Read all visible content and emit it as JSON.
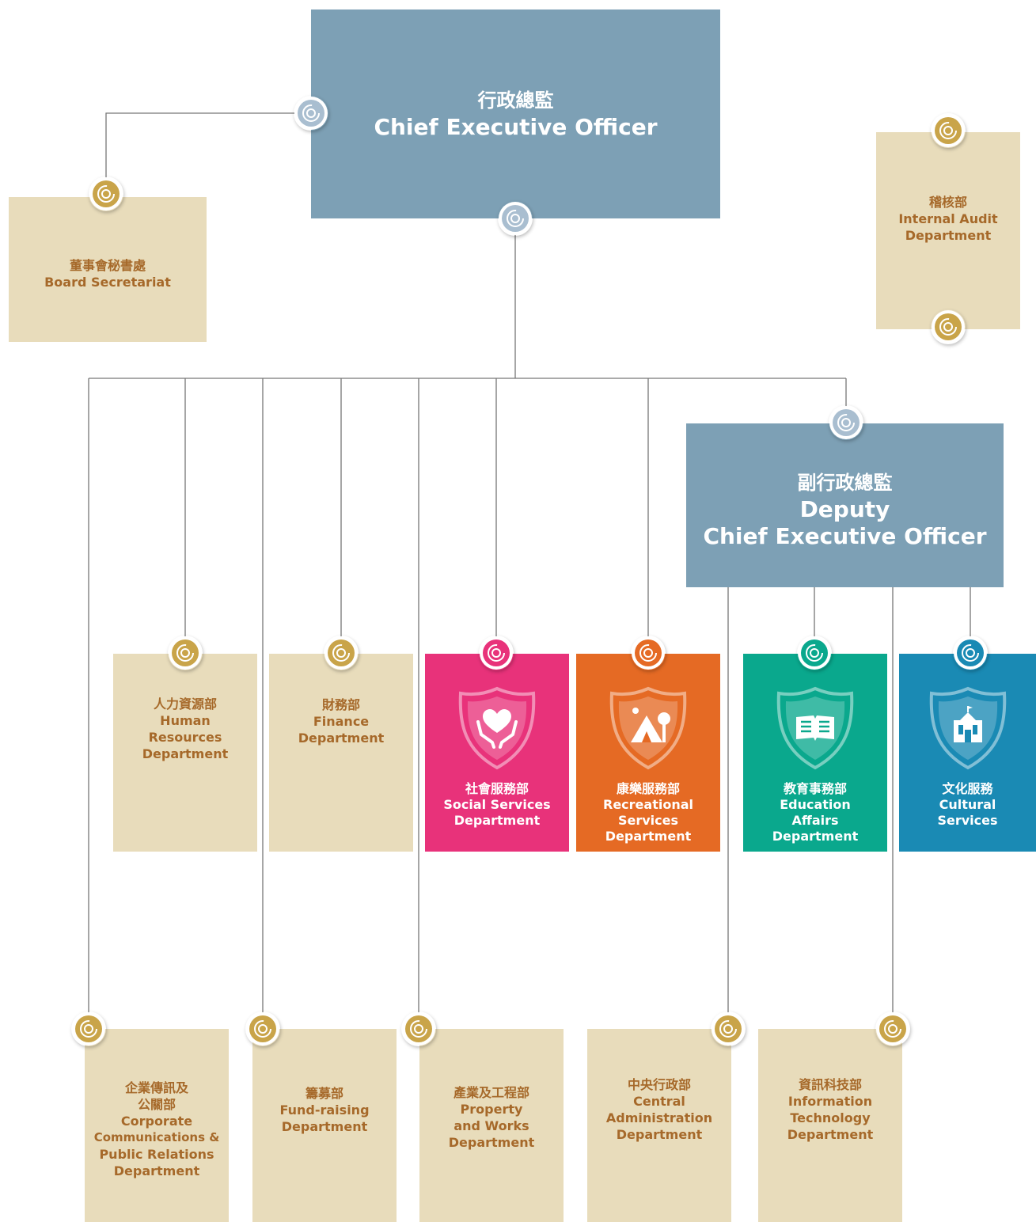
{
  "colors": {
    "line": "#777777",
    "tan_box": "#e8dcbb",
    "tan_text": "#a6692a",
    "exec_box": "#7da0b5",
    "gold_node": "#c9a449",
    "slate_node": "#a9bed0",
    "social": "#e8327a",
    "recreational": "#e56a24",
    "education": "#0aa88d",
    "cultural": "#1a8ab4"
  },
  "ceo": {
    "zh": "行政總監",
    "en": "Chief Executive Officer"
  },
  "deputy": {
    "zh": "副行政總監",
    "en_line1": "Deputy",
    "en_line2": "Chief Executive Officer"
  },
  "board": {
    "zh": "董事會秘書處",
    "en": "Board Secretariat"
  },
  "audit": {
    "zh": "稽核部",
    "en_line1": "Internal Audit",
    "en_line2": "Department"
  },
  "hr": {
    "zh": "人力資源部",
    "en_line1": "Human",
    "en_line2": "Resources",
    "en_line3": "Department"
  },
  "finance": {
    "zh": "財務部",
    "en_line1": "Finance",
    "en_line2": "Department"
  },
  "social": {
    "zh": "社會服務部",
    "en_line1": "Social Services",
    "en_line2": "Department",
    "icon": "heart-hands-icon"
  },
  "recreational": {
    "zh": "康樂服務部",
    "en_line1": "Recreational",
    "en_line2": "Services",
    "en_line3": "Department",
    "icon": "tent-icon"
  },
  "education": {
    "zh": "教育事務部",
    "en_line1": "Education",
    "en_line2": "Affairs",
    "en_line3": "Department",
    "icon": "book-icon"
  },
  "cultural": {
    "zh": "文化服務",
    "en_line1": "Cultural",
    "en_line2": "Services",
    "icon": "building-icon"
  },
  "corporate": {
    "zh_line1": "企業傳訊及",
    "zh_line2": "公關部",
    "en_line1": "Corporate",
    "en_line2": "Communications &",
    "en_line3": "Public Relations",
    "en_line4": "Department"
  },
  "fundraising": {
    "zh": "籌募部",
    "en_line1": "Fund-raising",
    "en_line2": "Department"
  },
  "property": {
    "zh": "產業及工程部",
    "en_line1": "Property",
    "en_line2": "and Works",
    "en_line3": "Department"
  },
  "central": {
    "zh": "中央行政部",
    "en_line1": "Central",
    "en_line2": "Administration",
    "en_line3": "Department"
  },
  "it": {
    "zh": "資訊科技部",
    "en_line1": "Information",
    "en_line2": "Technology",
    "en_line3": "Department"
  }
}
